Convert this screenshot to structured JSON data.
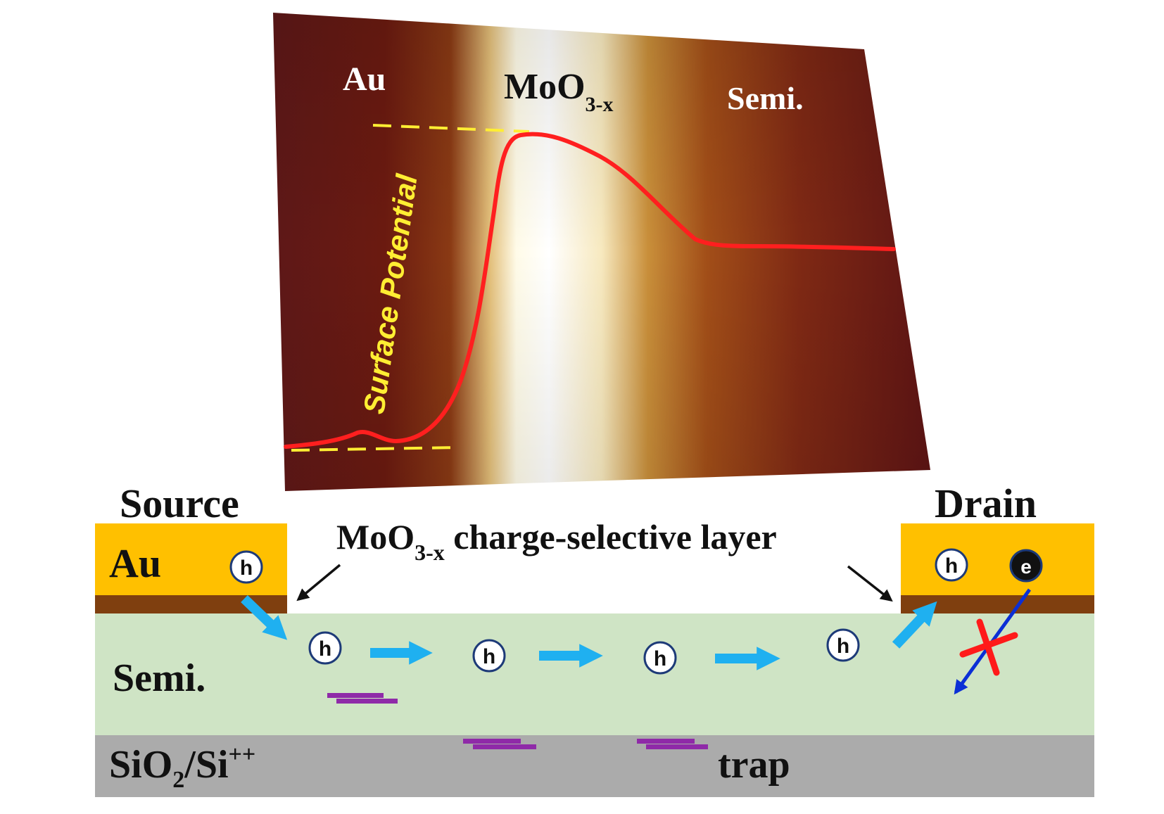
{
  "afm_image": {
    "labels": {
      "au": "Au",
      "moo3_base": "MoO",
      "moo3_sub": "3-x",
      "semi": "Semi."
    },
    "curve_label": "Surface Potential",
    "curve_color": "#ff1f1f",
    "dash_color": "#ffee33",
    "label_color": "#ffee33"
  },
  "device": {
    "source_label": "Source",
    "drain_label": "Drain",
    "source_metal": "Au",
    "layer_label_base": "MoO",
    "layer_label_sub": "3-x",
    "layer_label_rest": " charge-selective layer",
    "semi_label": "Semi.",
    "substrate_base": "SiO",
    "substrate_sub": "2",
    "substrate_mid": "/Si",
    "substrate_sup": "++",
    "trap_label": "trap",
    "hole_symbol": "h",
    "electron_symbol": "e",
    "colors": {
      "gold": "#ffc000",
      "moo3_layer": "#7f3f0f",
      "semiconductor": "#cfe4c5",
      "substrate": "#ababab",
      "hole_arrow": "#1fb0f0",
      "electron_arrow": "#0b2fd6",
      "block_cross": "#ff1a1a",
      "trap": "#8f2aa8"
    }
  }
}
